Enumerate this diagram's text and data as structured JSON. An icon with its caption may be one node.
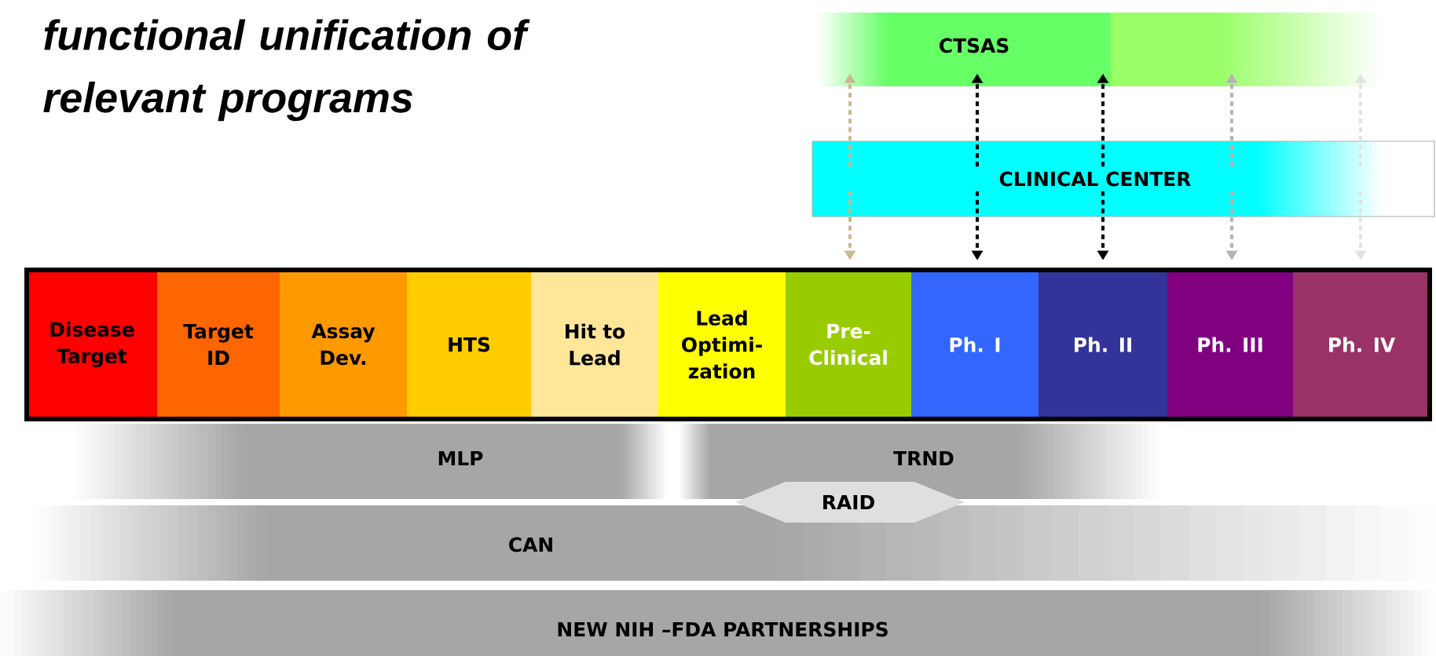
{
  "diagram": {
    "title": "functional unification of relevant programs",
    "nodes": [
      {
        "text": [
          "CTSAS"
        ]
      },
      {
        "text": [
          "CLINICAL CENTER"
        ]
      },
      {
        "text": [
          "Disease Target"
        ]
      },
      {
        "text": [
          "Target ID"
        ]
      },
      {
        "text": [
          "Assay Dev."
        ]
      },
      {
        "text": [
          "HTS"
        ]
      },
      {
        "text": [
          "Hit to Lead"
        ]
      },
      {
        "text": [
          "Lead Optimi- zation"
        ]
      },
      {
        "text": [
          "Pre- Clinical"
        ]
      },
      {
        "text": [
          "Ph. I"
        ]
      },
      {
        "text": [
          "Ph. II"
        ]
      },
      {
        "text": [
          "Ph. III"
        ]
      },
      {
        "text": [
          "Ph. IV"
        ]
      },
      {
        "text": [
          "MLP"
        ]
      },
      {
        "text": [
          "TRND"
        ]
      },
      {
        "text": [
          "RAID"
        ]
      },
      {
        "text": [
          "CAN"
        ]
      },
      {
        "text": [
          "NEW NIH –FDA PARTNERSHIPS"
        ]
      }
    ],
    "edges": [
      {
        "from": 1,
        "to": 0,
        "arrow": "to",
        "style": "dashed",
        "color": "#c8b98f"
      },
      {
        "from": 1,
        "to": 0,
        "arrow": "to",
        "style": "dashed"
      },
      {
        "from": 1,
        "to": 0,
        "arrow": "to",
        "style": "dashed"
      },
      {
        "from": 1,
        "to": 0,
        "arrow": "to",
        "style": "dashed",
        "color": "#b4b4b4"
      },
      {
        "from": 1,
        "to": 0,
        "arrow": "to",
        "style": "dashed",
        "color": "#e2e2e2"
      },
      {
        "from": 1,
        "to": 8,
        "arrow": "to",
        "style": "dashed",
        "color": "#c8b98f"
      },
      {
        "from": 1,
        "to": 9,
        "arrow": "to",
        "style": "dashed"
      },
      {
        "from": 1,
        "to": 10,
        "arrow": "to",
        "style": "dashed"
      },
      {
        "from": 1,
        "to": 11,
        "arrow": "to",
        "style": "dashed",
        "color": "#b4b4b4"
      },
      {
        "from": 1,
        "to": 12,
        "arrow": "to",
        "style": "dashed",
        "color": "#e2e2e2"
      }
    ]
  }
}
